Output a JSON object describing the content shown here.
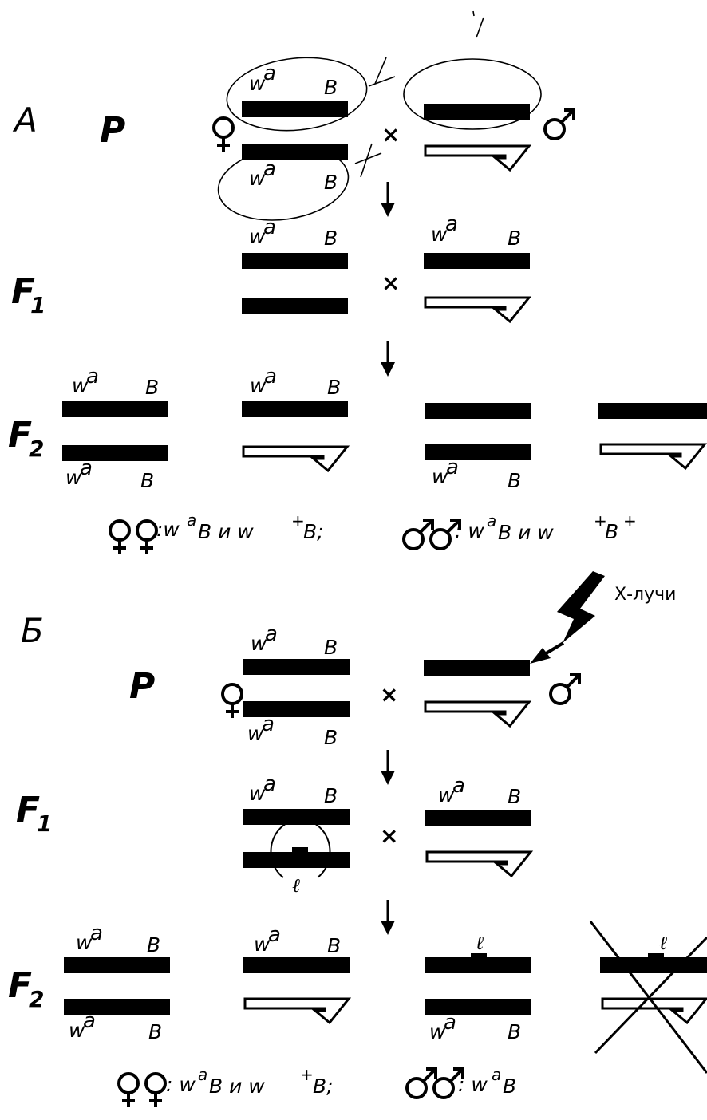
{
  "figure": {
    "part_a": {
      "label": "А",
      "generation_p": "P",
      "generation_f1": "F",
      "generation_f2": "F",
      "subscript_1": "1",
      "subscript_2": "2",
      "cross_sign": "×",
      "gene_w": "w",
      "allele_a": "a",
      "gene_b": "B",
      "result_female": ":w",
      "result_female_tail": "B  и  w",
      "plus": "+",
      "result_female_end": "B;",
      "result_male": ": w",
      "result_male_tail": "B  и  w",
      "result_male_end": "B"
    },
    "xray": {
      "label": "Х-лучи"
    },
    "part_b": {
      "label": "Б",
      "generation_p": "P",
      "generation_f1": "F",
      "generation_f2": "F",
      "subscript_1": "1",
      "subscript_2": "2",
      "cross_sign": "×",
      "lethal": "ℓ",
      "result_female": ": w",
      "result_female_tail": "B  и  w",
      "plus": "+",
      "result_female_end": "B;",
      "result_male": ": w",
      "result_male_tail": "B"
    },
    "symbols": {
      "female": "♀",
      "male": "♂"
    },
    "icons": [
      "female-symbol-icon",
      "male-symbol-icon",
      "arrow-down-icon",
      "lightning-bolt-icon",
      "cross-out-icon"
    ]
  }
}
